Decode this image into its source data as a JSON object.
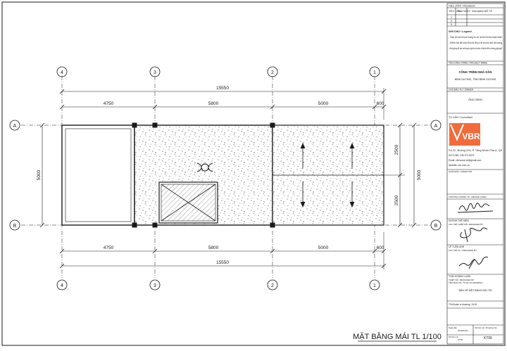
{
  "drawing": {
    "title": "MẶT BẰNG MÁI TL 1/100",
    "grid_top": [
      "4",
      "3",
      "2",
      "1"
    ],
    "grid_bottom": [
      "4",
      "3",
      "2",
      "1"
    ],
    "grid_rows": [
      "A",
      "B"
    ],
    "dim_total": "15550",
    "dim_segments_top": [
      "4750",
      "5800",
      "5000",
      "600"
    ],
    "dim_segments_bottom": [
      "4750",
      "5800",
      "5000",
      "600"
    ],
    "dim_left": "5000",
    "dim_right_total": "5000",
    "dim_right_upper": "2500",
    "dim_right_lower": "2500"
  },
  "title_block": {
    "revisions_title": "Hiệu chỉnh / Revisions",
    "rev_col_headers": [
      "REV. LẦN",
      "Date NGÀY",
      "Description MÔ TẢ"
    ],
    "rev_rows": [
      "1",
      "2",
      "3"
    ],
    "legend_title": "GHI CHÚ / Legend",
    "legend_items": [
      "- Toàn bộ kích thước trong hồ sơ là kích thước hoàn thiện",
      "- Kiểm tra lại kích thước thực tế trước khi thi công",
      "- Những thay đổi cần và thông tin kịp thời với đơn vị thiết kế để có hướng giải quyết"
    ],
    "project_label": "TÊN CÔNG TRÌNH / PROJECT NAME",
    "project_name": "CÔNG TRÌNH NHÀ DÂN",
    "project_location": "BÌNH DƯƠNG, TỈNH BÌNH DƯƠNG",
    "owner_label": "CHỦ ĐẦU TƯ / OWNER",
    "owner_name": "ÔNG BÌNH",
    "consultant_label": "TƯ VẤN / Consultant",
    "logo_text": "VBR",
    "logo_color": "#f26b3a",
    "company_lines": [
      "Số 22, đường 37A, P. Tăng Nhơn Phú A, Q9",
      "HOTLINE: 039 373 9979",
      "Email: vbrhouse.xd@gmail.com",
      "Website: vbr.com.vn"
    ],
    "approval_label": "GIÁM ĐỐC / DIRECTOR",
    "director_label": "TRƯỞNG PHÒNG TK / DESIGN CHIEF",
    "design_chief_label": "CHỦ TRÌ THIẾT KẾ / DESIGNED BY",
    "person_1": "HUỲNH THẾ HIỂN",
    "person_2_label": "CHỦ TRÌ KC / DESIGNED BY",
    "person_2": "LÊ TUẤN ANH",
    "person_3_label": "THIẾT KẾ / DESIGNED BY",
    "person_3": "THÁI HOÀNG LUÂN",
    "drawing_name_label": "TÊN BẢN VẼ / TITLE OF DRAWING",
    "drawing_name": "BẢN VẼ MẶT BẰNG MÁI TRI",
    "scale_label": "Tỉ lệ/Scale of drawing: 1/100",
    "footer_date_label": "Ngày lập",
    "footer_date": "2020/04/11",
    "footer_page_label": "Số bản vẽ",
    "footer_page": "KT06",
    "footer_sheet_label": "Số bản vẽ / Drawing No.",
    "footer_sheet": "KT06"
  },
  "colors": {
    "line": "#1a1a1a",
    "hatch": "#555555",
    "logo_bg": "#f26b3a"
  }
}
